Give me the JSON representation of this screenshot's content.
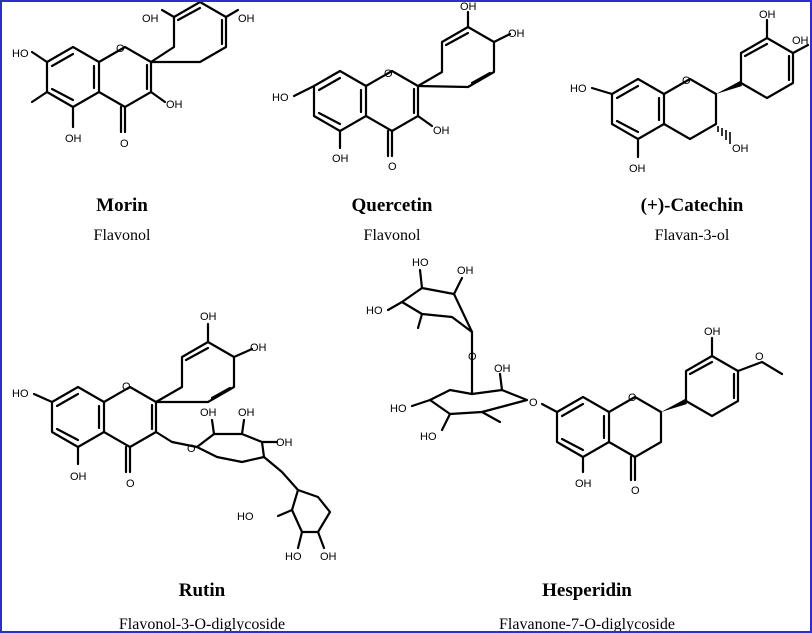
{
  "compounds": [
    {
      "name": "Morin",
      "class": "Flavonol"
    },
    {
      "name": "Quercetin",
      "class": "Flavonol"
    },
    {
      "name": "(+)-Catechin",
      "class": "Flavan-3-ol"
    },
    {
      "name": "Rutin",
      "class": "Flavonol-3-O-diglycoside"
    },
    {
      "name": "Hesperidin",
      "class": "Flavanone-7-O-diglycoside"
    }
  ],
  "atom_labels": {
    "oh": "OH",
    "ho": "HO",
    "o": "O"
  }
}
